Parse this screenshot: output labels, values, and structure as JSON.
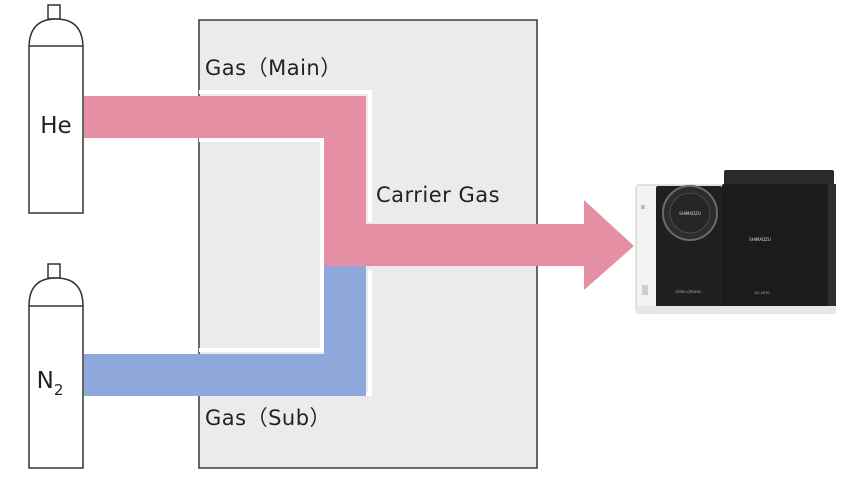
{
  "diagram": {
    "cylinders": [
      {
        "id": "he",
        "label": "He",
        "subscript": ""
      },
      {
        "id": "n2",
        "label": "N",
        "subscript": "2"
      }
    ],
    "labels": {
      "gas_main": "Gas（Main）",
      "gas_sub": "Gas（Sub）",
      "carrier_gas": "Carrier Gas"
    },
    "instrument": {
      "brand_left": "SHIMADZU",
      "brand_right": "SHIMADZU",
      "model_left": "GCMS-QP2050",
      "model_right": "GC-2030"
    },
    "colors": {
      "main_gas": "#e48fa4",
      "sub_gas": "#8fa8dc",
      "panel_fill": "#ebebeb",
      "panel_stroke": "#3a3a3a",
      "instrument_body": "#1e1e1e",
      "instrument_panel": "#f2f2f2"
    },
    "icons": [
      "gas-cylinder-icon",
      "arrow-right-icon",
      "gcms-instrument-icon"
    ]
  }
}
